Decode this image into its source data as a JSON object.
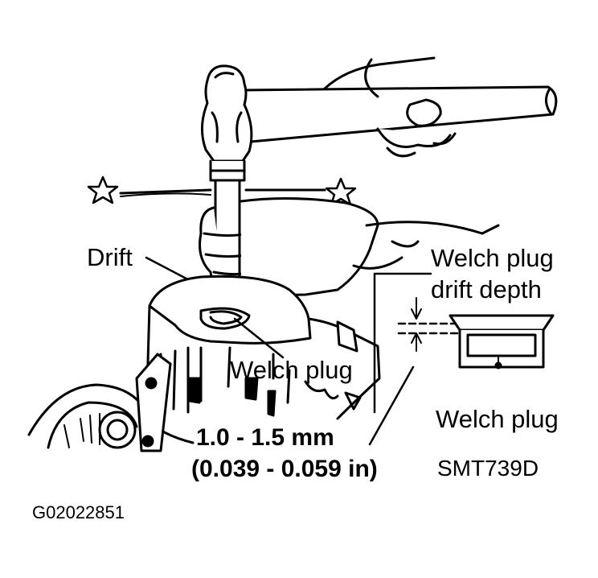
{
  "labels": {
    "drift": "Drift",
    "welch_plug_main": "Welch plug",
    "inset_title_line1": "Welch plug",
    "inset_title_line2": "drift depth",
    "inset_welch_plug": "Welch plug",
    "depth_metric": "1.0 - 1.5 mm",
    "depth_imperial": "(0.039 - 0.059 in)",
    "figure_code": "SMT739D",
    "document_code": "G02022851"
  },
  "icons": [
    "star-icon",
    "star-icon"
  ],
  "colors": {
    "ink": "#000000",
    "paper": "#ffffff"
  }
}
